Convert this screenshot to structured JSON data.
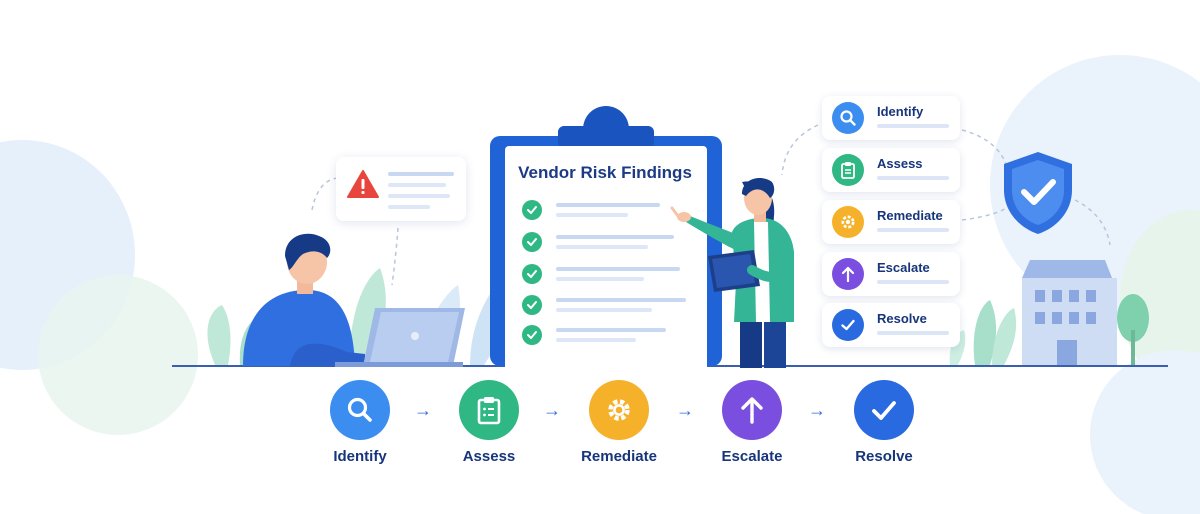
{
  "card": {
    "title": "Vendor Risk Findings"
  },
  "steps": [
    {
      "label": "Identify",
      "icon": "magnifier-icon",
      "color": "#3b8ef0"
    },
    {
      "label": "Assess",
      "icon": "clipboard-icon",
      "color": "#2fb784"
    },
    {
      "label": "Remediate",
      "icon": "gear-icon",
      "color": "#f5b12a"
    },
    {
      "label": "Escalate",
      "icon": "arrow-up-icon",
      "color": "#7a4fe0"
    },
    {
      "label": "Resolve",
      "icon": "checkmark-icon",
      "color": "#2a6ae0"
    }
  ],
  "colors": {
    "brand_blue": "#2063d6",
    "navy_text": "#17357a",
    "alert_red": "#e8453c",
    "check_green": "#2fb784"
  }
}
